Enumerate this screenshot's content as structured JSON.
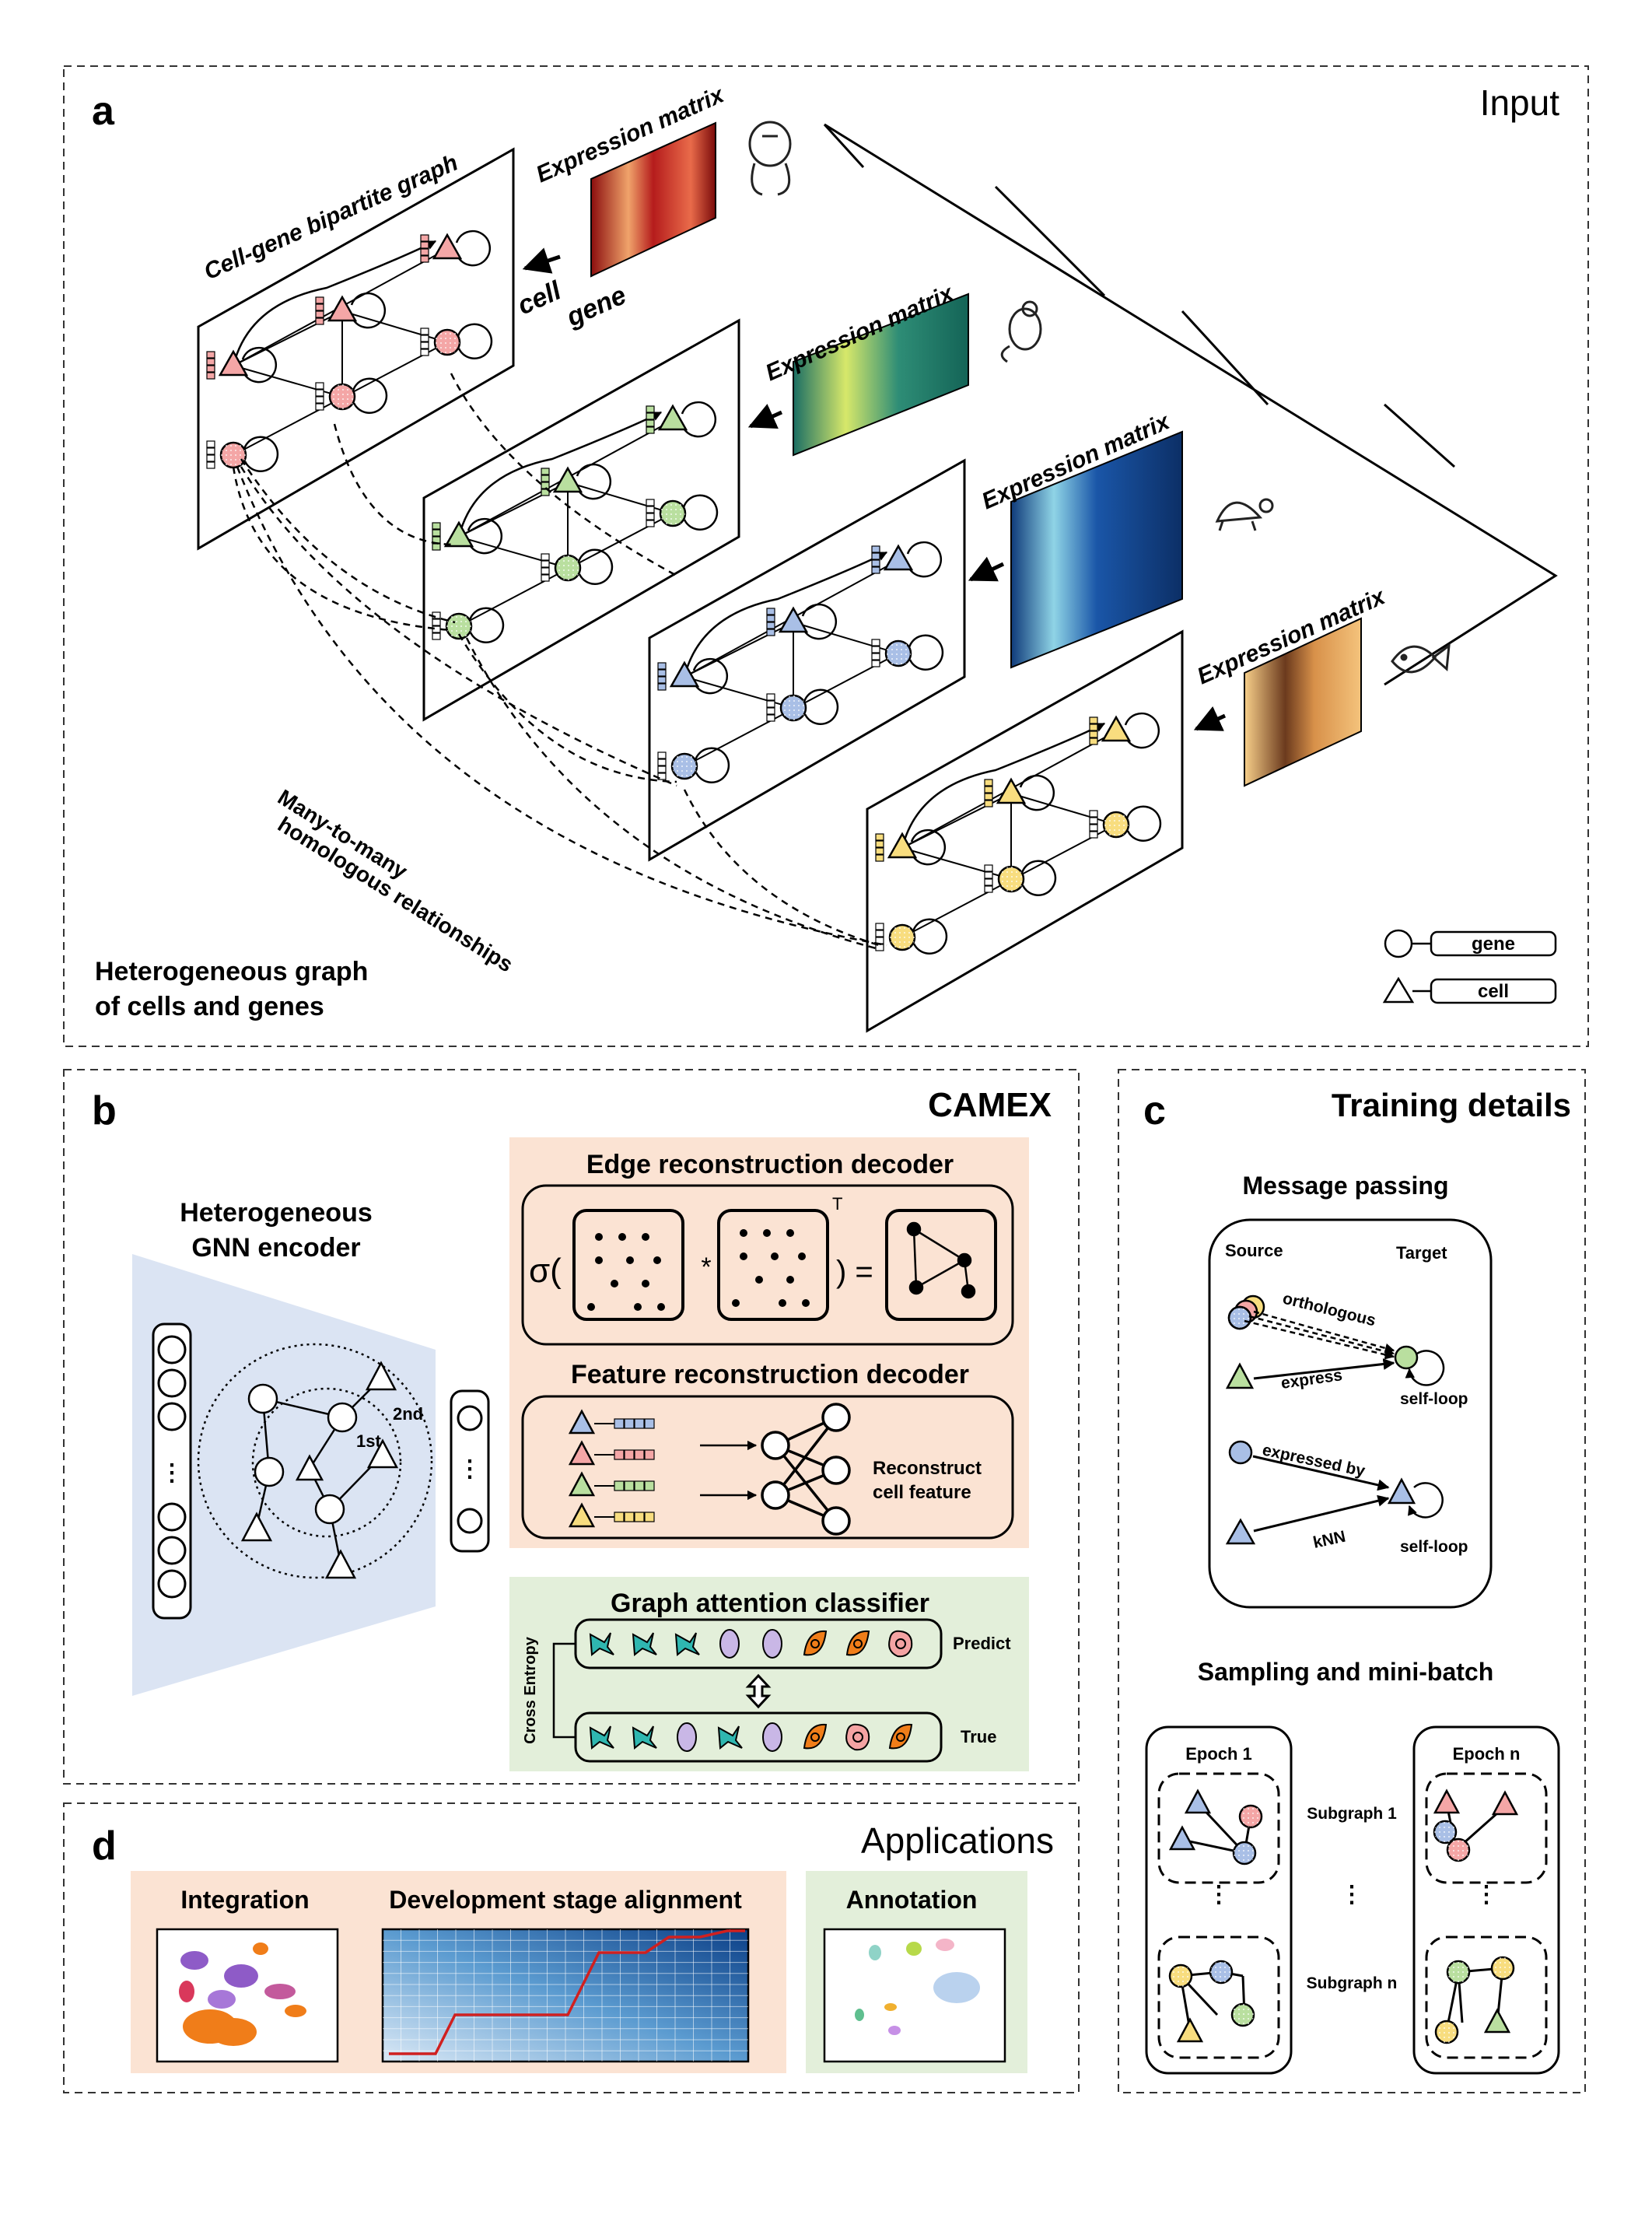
{
  "panels": {
    "a": {
      "letter": "a",
      "title": "Input",
      "bipartite_label": "Cell-gene bipartite graph",
      "expr_label": "Expression matrix",
      "cell_label": "cell",
      "gene_label": "gene",
      "homolog_label_1": "Many-to-many",
      "homolog_label_2": "homologous relationships",
      "hetero_label_1": "Heterogeneous graph",
      "hetero_label_2": "of cells and genes",
      "legend_gene": "gene",
      "legend_cell": "cell"
    },
    "b": {
      "letter": "b",
      "title": "CAMEX",
      "encoder_1": "Heterogeneous",
      "encoder_2": "GNN encoder",
      "hop_2nd": "2nd",
      "hop_1st": "1st",
      "edge_decoder": "Edge reconstruction decoder",
      "sigma": "σ(",
      "star": "*",
      "transpose": "T",
      "eq": ") =",
      "feature_decoder": "Feature reconstruction decoder",
      "reconstruct_1": "Reconstruct",
      "reconstruct_2": "cell feature",
      "gat": "Graph attention classifier",
      "predict": "Predict",
      "true": "True",
      "cross_entropy": "Cross Entropy"
    },
    "c": {
      "letter": "c",
      "title": "Training details",
      "message_passing": "Message passing",
      "source": "Source",
      "target": "Target",
      "orthologous": "orthologous",
      "express": "express",
      "self_loop": "self-loop",
      "expressed_by": "expressed by",
      "knn": "kNN",
      "sampling": "Sampling and mini-batch",
      "epoch1": "Epoch 1",
      "epochn": "Epoch n",
      "subgraph1": "Subgraph 1",
      "subgraphn": "Subgraph n"
    },
    "d": {
      "letter": "d",
      "title": "Applications",
      "integration": "Integration",
      "dev_stage": "Development stage alignment",
      "annotation": "Annotation"
    }
  },
  "colors": {
    "orange_panel": "#fbe3d3",
    "green_panel": "#e3efda",
    "blue_encoder": "#dbe4f3",
    "red_node": "#f4a6a6",
    "green_node": "#b9df9f",
    "blue_node": "#a9bfe6",
    "yellow_node": "#f8dd7f",
    "teal_cell": "#2fb7b0",
    "purple_cell": "#c9b7e6",
    "orange_cell": "#f07d19",
    "pink_cell": "#f4a3a3"
  }
}
